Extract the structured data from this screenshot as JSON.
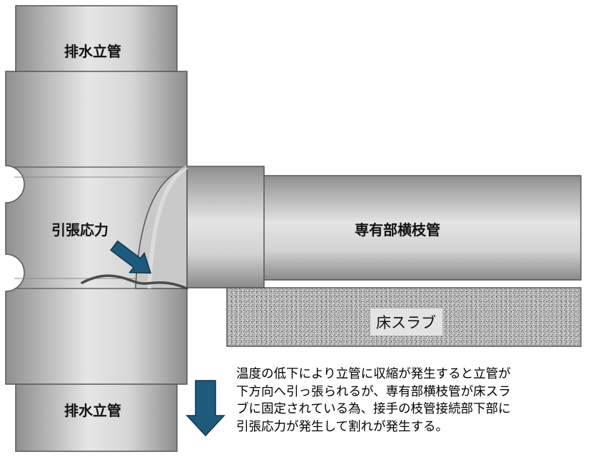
{
  "labels": {
    "vertical_pipe_top": "排水立管",
    "vertical_pipe_bottom": "排水立管",
    "tensile_stress": "引張応力",
    "branch_pipe": "専有部横枝管",
    "floor_slab": "床スラブ"
  },
  "description": {
    "lines": [
      "温度の低下により立管に収縮が発生すると立管が",
      "下方向へ引っ張られるが、専有部横枝管が床スラ",
      "ブに固定されている為、接手の枝管接続部下部に",
      "引張応力が発生して割れが発生する。"
    ]
  },
  "colors": {
    "arrow": "#1e5a7c",
    "pipe_dark": "#8d8d8d",
    "pipe_light": "#e7e7e7",
    "outline": "#555555"
  }
}
